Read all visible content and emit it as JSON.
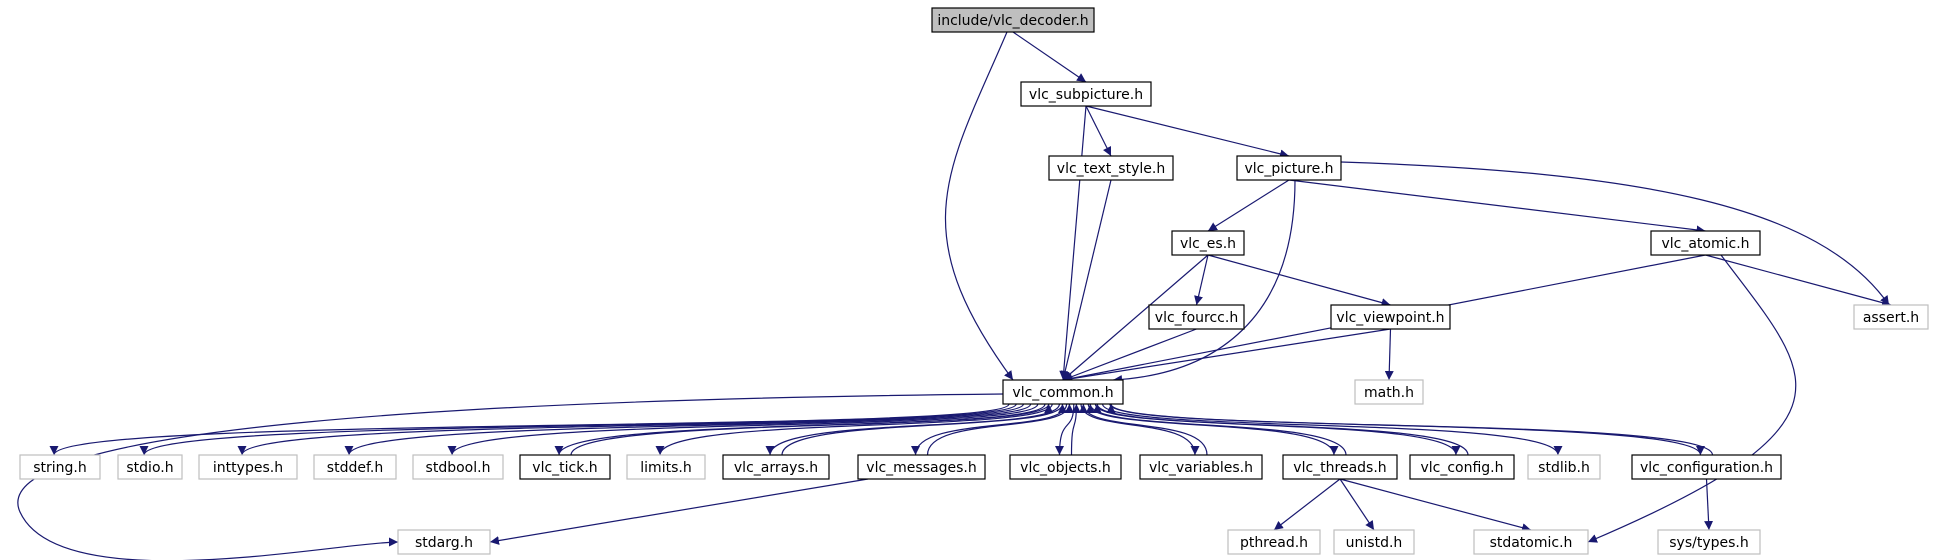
{
  "diagram": {
    "root": "include/vlc_decoder.h",
    "nodes": [
      {
        "id": "vlc_decoder_h",
        "label": "include/vlc_decoder.h",
        "style": "root"
      },
      {
        "id": "vlc_subpicture_h",
        "label": "vlc_subpicture.h",
        "style": "documented"
      },
      {
        "id": "vlc_text_style_h",
        "label": "vlc_text_style.h",
        "style": "documented"
      },
      {
        "id": "vlc_picture_h",
        "label": "vlc_picture.h",
        "style": "documented"
      },
      {
        "id": "vlc_es_h",
        "label": "vlc_es.h",
        "style": "documented"
      },
      {
        "id": "vlc_atomic_h",
        "label": "vlc_atomic.h",
        "style": "documented"
      },
      {
        "id": "vlc_fourcc_h",
        "label": "vlc_fourcc.h",
        "style": "documented"
      },
      {
        "id": "vlc_viewpoint_h",
        "label": "vlc_viewpoint.h",
        "style": "documented"
      },
      {
        "id": "assert_h",
        "label": "assert.h",
        "style": "external"
      },
      {
        "id": "math_h",
        "label": "math.h",
        "style": "external"
      },
      {
        "id": "vlc_common_h",
        "label": "vlc_common.h",
        "style": "documented"
      },
      {
        "id": "string_h",
        "label": "string.h",
        "style": "external"
      },
      {
        "id": "stdio_h",
        "label": "stdio.h",
        "style": "external"
      },
      {
        "id": "inttypes_h",
        "label": "inttypes.h",
        "style": "external"
      },
      {
        "id": "stddef_h",
        "label": "stddef.h",
        "style": "external"
      },
      {
        "id": "stdbool_h",
        "label": "stdbool.h",
        "style": "external"
      },
      {
        "id": "vlc_tick_h",
        "label": "vlc_tick.h",
        "style": "documented"
      },
      {
        "id": "limits_h",
        "label": "limits.h",
        "style": "external"
      },
      {
        "id": "vlc_arrays_h",
        "label": "vlc_arrays.h",
        "style": "documented"
      },
      {
        "id": "vlc_messages_h",
        "label": "vlc_messages.h",
        "style": "documented"
      },
      {
        "id": "vlc_objects_h",
        "label": "vlc_objects.h",
        "style": "documented"
      },
      {
        "id": "vlc_variables_h",
        "label": "vlc_variables.h",
        "style": "documented"
      },
      {
        "id": "vlc_threads_h",
        "label": "vlc_threads.h",
        "style": "documented"
      },
      {
        "id": "vlc_config_h",
        "label": "vlc_config.h",
        "style": "documented"
      },
      {
        "id": "stdlib_h",
        "label": "stdlib.h",
        "style": "external"
      },
      {
        "id": "vlc_configuration_h",
        "label": "vlc_configuration.h",
        "style": "documented"
      },
      {
        "id": "stdarg_h",
        "label": "stdarg.h",
        "style": "external"
      },
      {
        "id": "pthread_h",
        "label": "pthread.h",
        "style": "external"
      },
      {
        "id": "unistd_h",
        "label": "unistd.h",
        "style": "external"
      },
      {
        "id": "stdatomic_h",
        "label": "stdatomic.h",
        "style": "external"
      },
      {
        "id": "sys_types_h",
        "label": "sys/types.h",
        "style": "external"
      }
    ],
    "edges": [
      {
        "from": "vlc_decoder_h",
        "to": "vlc_subpicture_h"
      },
      {
        "from": "vlc_decoder_h",
        "to": "vlc_common_h"
      },
      {
        "from": "vlc_subpicture_h",
        "to": "vlc_common_h"
      },
      {
        "from": "vlc_subpicture_h",
        "to": "vlc_text_style_h"
      },
      {
        "from": "vlc_subpicture_h",
        "to": "vlc_picture_h"
      },
      {
        "from": "vlc_text_style_h",
        "to": "vlc_common_h"
      },
      {
        "from": "vlc_picture_h",
        "to": "vlc_es_h"
      },
      {
        "from": "vlc_picture_h",
        "to": "vlc_common_h"
      },
      {
        "from": "vlc_picture_h",
        "to": "vlc_atomic_h"
      },
      {
        "from": "vlc_picture_h",
        "to": "assert_h"
      },
      {
        "from": "vlc_es_h",
        "to": "vlc_fourcc_h"
      },
      {
        "from": "vlc_es_h",
        "to": "vlc_viewpoint_h"
      },
      {
        "from": "vlc_es_h",
        "to": "vlc_common_h"
      },
      {
        "from": "vlc_fourcc_h",
        "to": "vlc_common_h"
      },
      {
        "from": "vlc_viewpoint_h",
        "to": "vlc_common_h"
      },
      {
        "from": "vlc_viewpoint_h",
        "to": "math_h"
      },
      {
        "from": "vlc_atomic_h",
        "to": "vlc_common_h"
      },
      {
        "from": "vlc_atomic_h",
        "to": "assert_h"
      },
      {
        "from": "vlc_atomic_h",
        "to": "stdatomic_h"
      },
      {
        "from": "vlc_common_h",
        "to": "string_h"
      },
      {
        "from": "vlc_common_h",
        "to": "stdio_h"
      },
      {
        "from": "vlc_common_h",
        "to": "inttypes_h"
      },
      {
        "from": "vlc_common_h",
        "to": "stddef_h"
      },
      {
        "from": "vlc_common_h",
        "to": "stdbool_h"
      },
      {
        "from": "vlc_common_h",
        "to": "vlc_tick_h"
      },
      {
        "from": "vlc_common_h",
        "to": "limits_h"
      },
      {
        "from": "vlc_common_h",
        "to": "vlc_arrays_h"
      },
      {
        "from": "vlc_common_h",
        "to": "vlc_messages_h"
      },
      {
        "from": "vlc_common_h",
        "to": "vlc_objects_h"
      },
      {
        "from": "vlc_common_h",
        "to": "vlc_variables_h"
      },
      {
        "from": "vlc_common_h",
        "to": "vlc_threads_h"
      },
      {
        "from": "vlc_common_h",
        "to": "vlc_config_h"
      },
      {
        "from": "vlc_common_h",
        "to": "stdlib_h"
      },
      {
        "from": "vlc_common_h",
        "to": "vlc_configuration_h"
      },
      {
        "from": "vlc_common_h",
        "to": "stdarg_h"
      },
      {
        "from": "vlc_tick_h",
        "to": "vlc_common_h"
      },
      {
        "from": "vlc_arrays_h",
        "to": "vlc_common_h"
      },
      {
        "from": "vlc_messages_h",
        "to": "vlc_common_h"
      },
      {
        "from": "vlc_messages_h",
        "to": "stdarg_h"
      },
      {
        "from": "vlc_objects_h",
        "to": "vlc_common_h"
      },
      {
        "from": "vlc_variables_h",
        "to": "vlc_common_h"
      },
      {
        "from": "vlc_threads_h",
        "to": "vlc_common_h"
      },
      {
        "from": "vlc_threads_h",
        "to": "pthread_h"
      },
      {
        "from": "vlc_threads_h",
        "to": "unistd_h"
      },
      {
        "from": "vlc_threads_h",
        "to": "stdatomic_h"
      },
      {
        "from": "vlc_config_h",
        "to": "vlc_common_h"
      },
      {
        "from": "vlc_configuration_h",
        "to": "vlc_common_h"
      },
      {
        "from": "vlc_configuration_h",
        "to": "sys_types_h"
      }
    ]
  },
  "colors": {
    "edge": "#191970",
    "documented_border": "#000000",
    "external_border": "#bfbfbf",
    "external_text": "#000000",
    "root_fill": "#bfbfbf",
    "box_fill": "#ffffff"
  }
}
